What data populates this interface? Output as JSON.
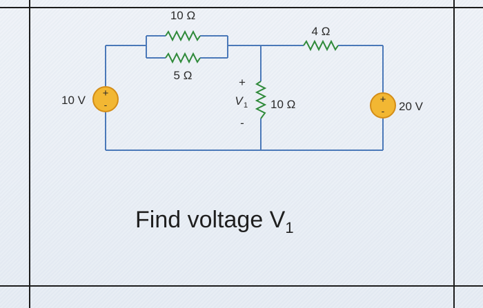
{
  "circuit": {
    "source_left": {
      "label": "10 V",
      "polarity_top": "+",
      "polarity_bottom": "-"
    },
    "source_right": {
      "label": "20 V",
      "polarity_top": "+",
      "polarity_bottom": "-"
    },
    "resistor_parallel_top": {
      "label": "10 Ω"
    },
    "resistor_parallel_bottom": {
      "label": "5 Ω"
    },
    "resistor_series_top": {
      "label": "4 Ω"
    },
    "resistor_shunt": {
      "label": "10 Ω"
    },
    "voltage_marker": {
      "name": "V",
      "subscript": "1",
      "plus": "+",
      "minus": "-"
    }
  },
  "question": {
    "text": "Find voltage V",
    "subscript": "1"
  },
  "colors": {
    "wire": "#4a78b8",
    "resistor": "#2f8a3a",
    "source_fill": "#f0b42a",
    "source_stroke": "#d9901a"
  }
}
